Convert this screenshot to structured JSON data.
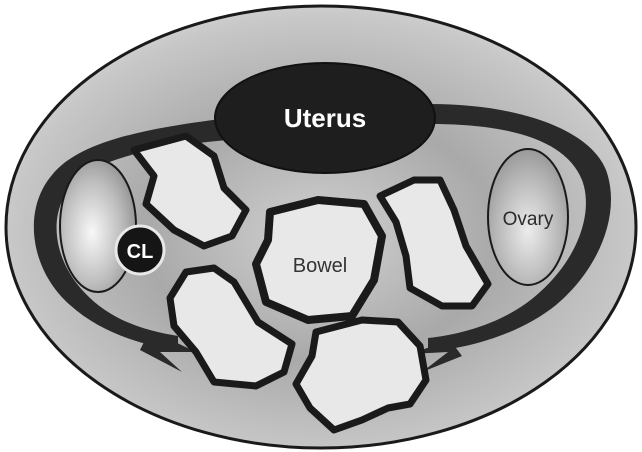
{
  "diagram": {
    "labels": {
      "uterus": "Uterus",
      "bowel": "Bowel",
      "ovary": "Ovary",
      "corpus_luteum": "CL"
    }
  },
  "colors": {
    "outline": "#1a1a1a",
    "organ_fill": "#e8e8e8",
    "uterus_fill": "#1e1e1e",
    "cl_fill": "#151515",
    "background_fill": "#9a9a9a"
  }
}
